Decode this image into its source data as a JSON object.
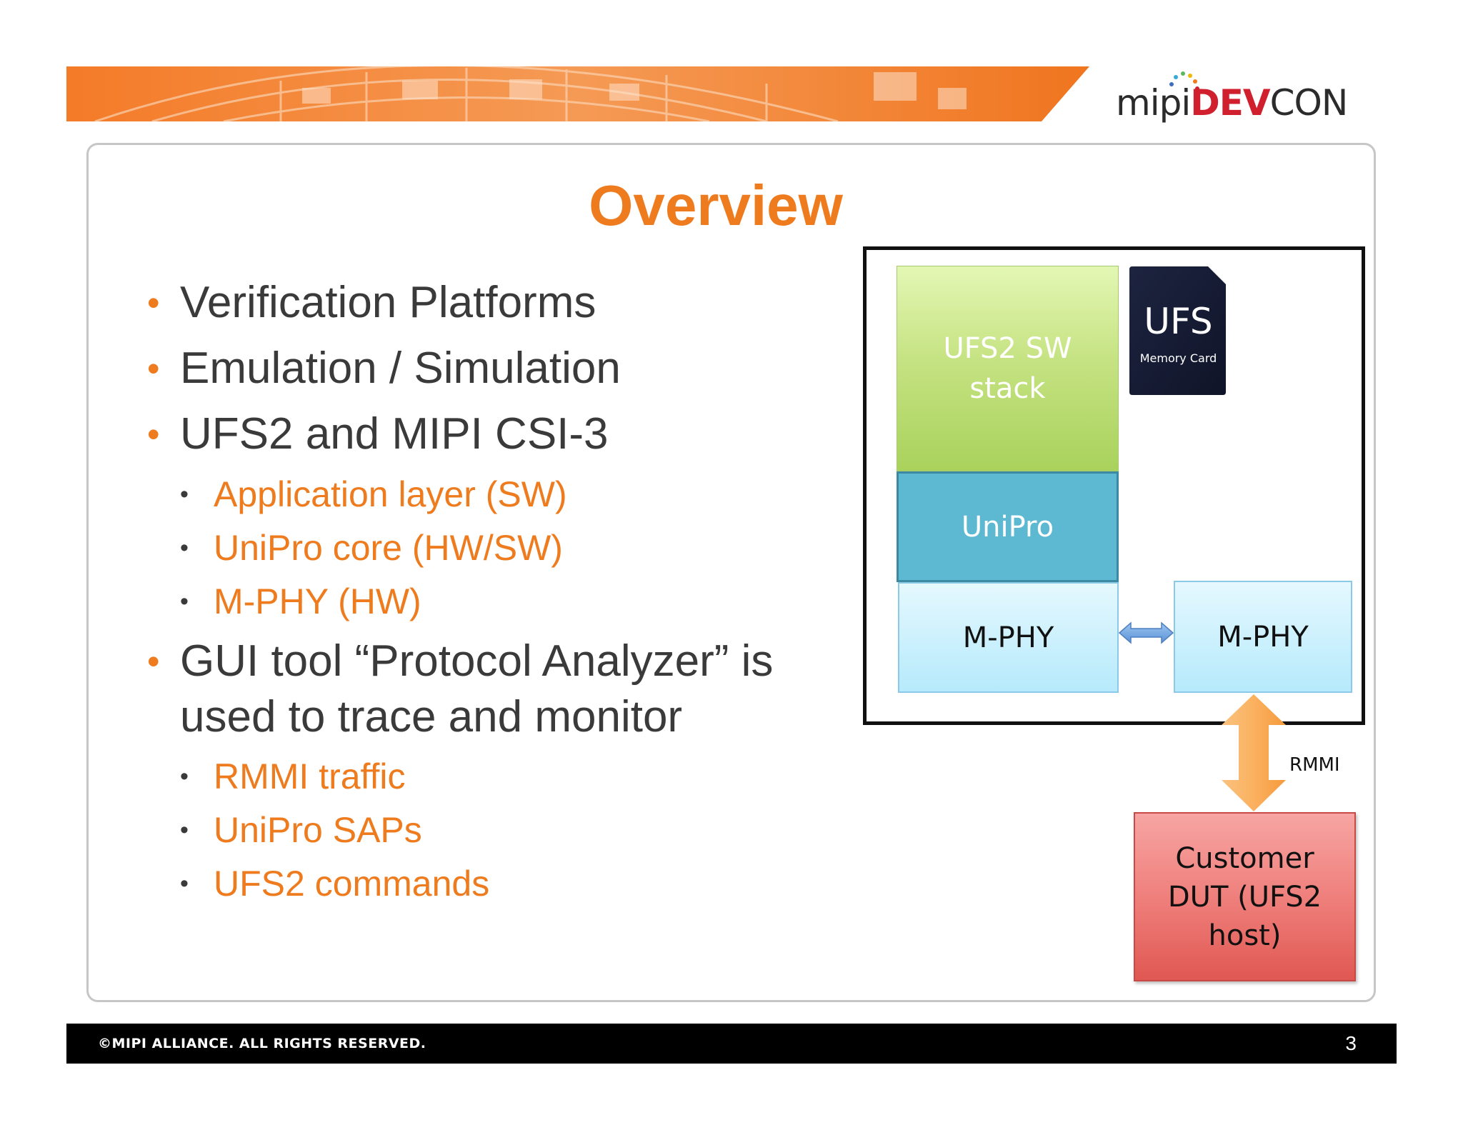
{
  "header": {
    "logo": {
      "mipi": "mipi",
      "dev": "DEV",
      "con": "CON",
      "icon": "mipi-dots-logo-icon"
    },
    "banner_color": "#f08a3c"
  },
  "slide": {
    "title": "Overview",
    "bullets": [
      {
        "text": "Verification Platforms"
      },
      {
        "text": "Emulation / Simulation"
      },
      {
        "text": "UFS2 and MIPI CSI-3"
      },
      {
        "text": "Application layer (SW)"
      },
      {
        "text": "UniPro core (HW/SW)"
      },
      {
        "text": "M-PHY (HW)"
      },
      {
        "text": "GUI tool “Protocol Analyzer” is"
      },
      {
        "text": "used to trace and monitor"
      },
      {
        "text": "RMMI traffic"
      },
      {
        "text": "UniPro SAPs"
      },
      {
        "text": "UFS2 commands"
      }
    ],
    "bullet_glyph": "•",
    "accent_color": "#ee7b1e"
  },
  "diagram": {
    "sw_stack": [
      "UFS2 SW",
      "stack"
    ],
    "unipro": "UniPro",
    "mphy_left": "M-PHY",
    "mphy_right": "M-PHY",
    "ufs_card": {
      "title": "UFS",
      "subtitle": "Memory Card"
    },
    "rmmi": "RMMI",
    "customer": [
      "Customer",
      "DUT (UFS2",
      "host)"
    ]
  },
  "footer": {
    "copyright": "©MIPI ALLIANCE. ALL RIGHTS RESERVED.",
    "page_number": "3"
  }
}
